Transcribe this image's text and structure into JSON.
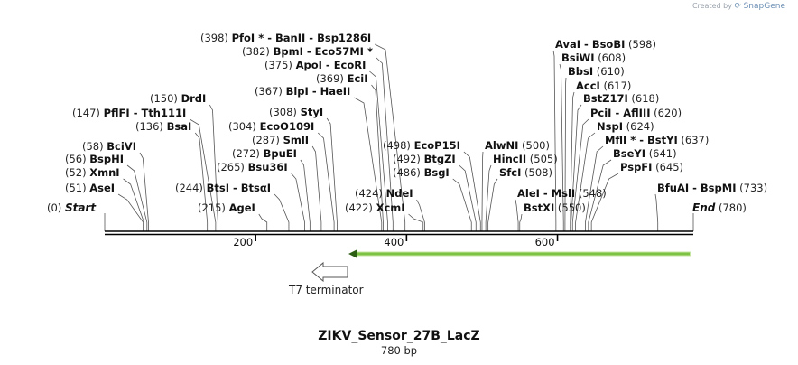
{
  "watermark": {
    "prefix": "Created by",
    "brand": "SnapGene"
  },
  "map": {
    "name": "ZIKV_Sensor_27B_LacZ",
    "length_label": "780 bp",
    "length": 780,
    "start_label": "Start",
    "end_label": "End",
    "axis_ticks": [
      200,
      400,
      600
    ]
  },
  "features": [
    {
      "name": "T7 terminator",
      "direction": "reverse",
      "color": "#ffffff"
    },
    {
      "name": "",
      "direction": "reverse",
      "color": "#7dc242"
    }
  ],
  "sites": [
    {
      "pos": 0,
      "pos_text": "(0)",
      "names": [
        "Start"
      ],
      "end": true
    },
    {
      "pos": 51,
      "pos_text": "(51)",
      "names": [
        "AseI"
      ]
    },
    {
      "pos": 52,
      "pos_text": "(52)",
      "names": [
        "XmnI"
      ]
    },
    {
      "pos": 56,
      "pos_text": "(56)",
      "names": [
        "BspHI"
      ]
    },
    {
      "pos": 58,
      "pos_text": "(58)",
      "names": [
        "BciVI"
      ]
    },
    {
      "pos": 136,
      "pos_text": "(136)",
      "names": [
        "BsaI"
      ]
    },
    {
      "pos": 147,
      "pos_text": "(147)",
      "names": [
        "PflFI",
        "Tth111I"
      ]
    },
    {
      "pos": 150,
      "pos_text": "(150)",
      "names": [
        "DrdI"
      ]
    },
    {
      "pos": 215,
      "pos_text": "(215)",
      "names": [
        "AgeI"
      ]
    },
    {
      "pos": 244,
      "pos_text": "(244)",
      "names": [
        "BtsI",
        "BtsαI"
      ]
    },
    {
      "pos": 265,
      "pos_text": "(265)",
      "names": [
        "Bsu36I"
      ]
    },
    {
      "pos": 272,
      "pos_text": "(272)",
      "names": [
        "BpuEI"
      ]
    },
    {
      "pos": 287,
      "pos_text": "(287)",
      "names": [
        "SmlI"
      ]
    },
    {
      "pos": 304,
      "pos_text": "(304)",
      "names": [
        "EcoO109I"
      ]
    },
    {
      "pos": 308,
      "pos_text": "(308)",
      "names": [
        "StyI"
      ]
    },
    {
      "pos": 367,
      "pos_text": "(367)",
      "names": [
        "BlpI",
        "HaeII"
      ]
    },
    {
      "pos": 369,
      "pos_text": "(369)",
      "names": [
        "EciI"
      ]
    },
    {
      "pos": 375,
      "pos_text": "(375)",
      "names": [
        "ApoI",
        "EcoRI"
      ]
    },
    {
      "pos": 382,
      "pos_text": "(382)",
      "names": [
        "BpmI",
        "Eco57MI *"
      ]
    },
    {
      "pos": 398,
      "pos_text": "(398)",
      "names": [
        "PfoI *",
        "BanII",
        "Bsp1286I"
      ]
    },
    {
      "pos": 422,
      "pos_text": "(422)",
      "names": [
        "XcmI"
      ]
    },
    {
      "pos": 424,
      "pos_text": "(424)",
      "names": [
        "NdeI"
      ]
    },
    {
      "pos": 486,
      "pos_text": "(486)",
      "names": [
        "BsgI"
      ]
    },
    {
      "pos": 492,
      "pos_text": "(492)",
      "names": [
        "BtgZI"
      ]
    },
    {
      "pos": 498,
      "pos_text": "(498)",
      "names": [
        "EcoP15I"
      ]
    },
    {
      "pos": 500,
      "pos_text": "(500)",
      "names": [
        "AlwNI"
      ]
    },
    {
      "pos": 505,
      "pos_text": "(505)",
      "names": [
        "HincII"
      ]
    },
    {
      "pos": 508,
      "pos_text": "(508)",
      "names": [
        "SfcI"
      ]
    },
    {
      "pos": 548,
      "pos_text": "(548)",
      "names": [
        "AleI",
        "MslI"
      ]
    },
    {
      "pos": 550,
      "pos_text": "(550)",
      "names": [
        "BstXI"
      ]
    },
    {
      "pos": 598,
      "pos_text": "(598)",
      "names": [
        "AvaI",
        "BsoBI"
      ]
    },
    {
      "pos": 608,
      "pos_text": "(608)",
      "names": [
        "BsiWI"
      ]
    },
    {
      "pos": 610,
      "pos_text": "(610)",
      "names": [
        "BbsI"
      ]
    },
    {
      "pos": 617,
      "pos_text": "(617)",
      "names": [
        "AccI"
      ]
    },
    {
      "pos": 618,
      "pos_text": "(618)",
      "names": [
        "BstZ17I"
      ]
    },
    {
      "pos": 620,
      "pos_text": "(620)",
      "names": [
        "PciI",
        "AflIII"
      ]
    },
    {
      "pos": 624,
      "pos_text": "(624)",
      "names": [
        "NspI"
      ]
    },
    {
      "pos": 637,
      "pos_text": "(637)",
      "names": [
        "MflI *",
        "BstYI"
      ]
    },
    {
      "pos": 641,
      "pos_text": "(641)",
      "names": [
        "BseYI"
      ]
    },
    {
      "pos": 645,
      "pos_text": "(645)",
      "names": [
        "PspFI"
      ]
    },
    {
      "pos": 733,
      "pos_text": "(733)",
      "names": [
        "BfuAI",
        "BspMI"
      ]
    },
    {
      "pos": 780,
      "pos_text": "(780)",
      "names": [
        "End"
      ],
      "end": true
    }
  ]
}
